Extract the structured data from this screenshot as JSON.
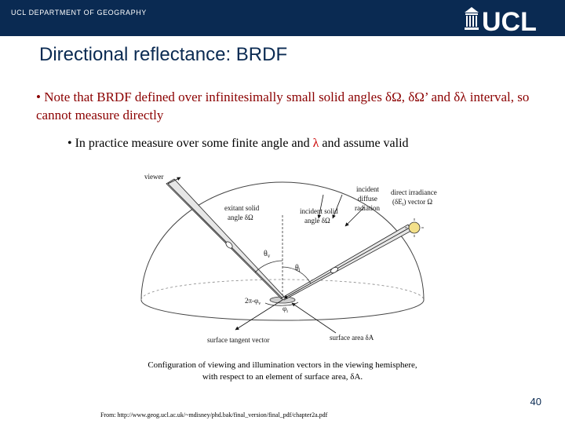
{
  "header": {
    "department": "UCL DEPARTMENT OF GEOGRAPHY",
    "logo_text": "UCL"
  },
  "title": "Directional reflectance: BRDF",
  "bullets": {
    "first": "• Note that BRDF defined over infinitesimally small solid angles δΩ, δΩ’ and δλ interval, so cannot measure directly",
    "second_pre": "• In practice measure over some finite angle and ",
    "second_lambda": "λ",
    "second_post": " and assume valid"
  },
  "diagram": {
    "viewer": "viewer",
    "exitant_1": "exitant solid",
    "exitant_2": "angle δΩ",
    "incident_solid_1": "incident solid",
    "incident_solid_2": "angle δΩ",
    "diffuse_1": "incident",
    "diffuse_2": "diffuse",
    "diffuse_3": "radiation",
    "direct_1": "direct irradiance",
    "direct_2": "(δE",
    "direct_sub": "i",
    "direct_3": ") vector  Ω",
    "theta_v": "θ",
    "theta_v_sub": "v",
    "theta_i": "θ",
    "theta_i_sub": "i",
    "phi_label": "2π-φ",
    "phi_sub": "v",
    "phi_i": "φ",
    "phi_i_sub": "i",
    "surface_tangent": "surface tangent vector",
    "surface_area": "surface area δA"
  },
  "caption": {
    "line1": "Configuration of viewing and illumination vectors in the viewing hemisphere,",
    "line2": "with respect to an element of surface area, δA."
  },
  "page_number": "40",
  "source": "From: http://www.geog.ucl.ac.uk/~mdisney/phd.bak/final_version/final_pdf/chapter2a.pdf",
  "colors": {
    "header": "#0a2a52",
    "bullet1": "#8b0000",
    "lambda": "#cc0000"
  }
}
